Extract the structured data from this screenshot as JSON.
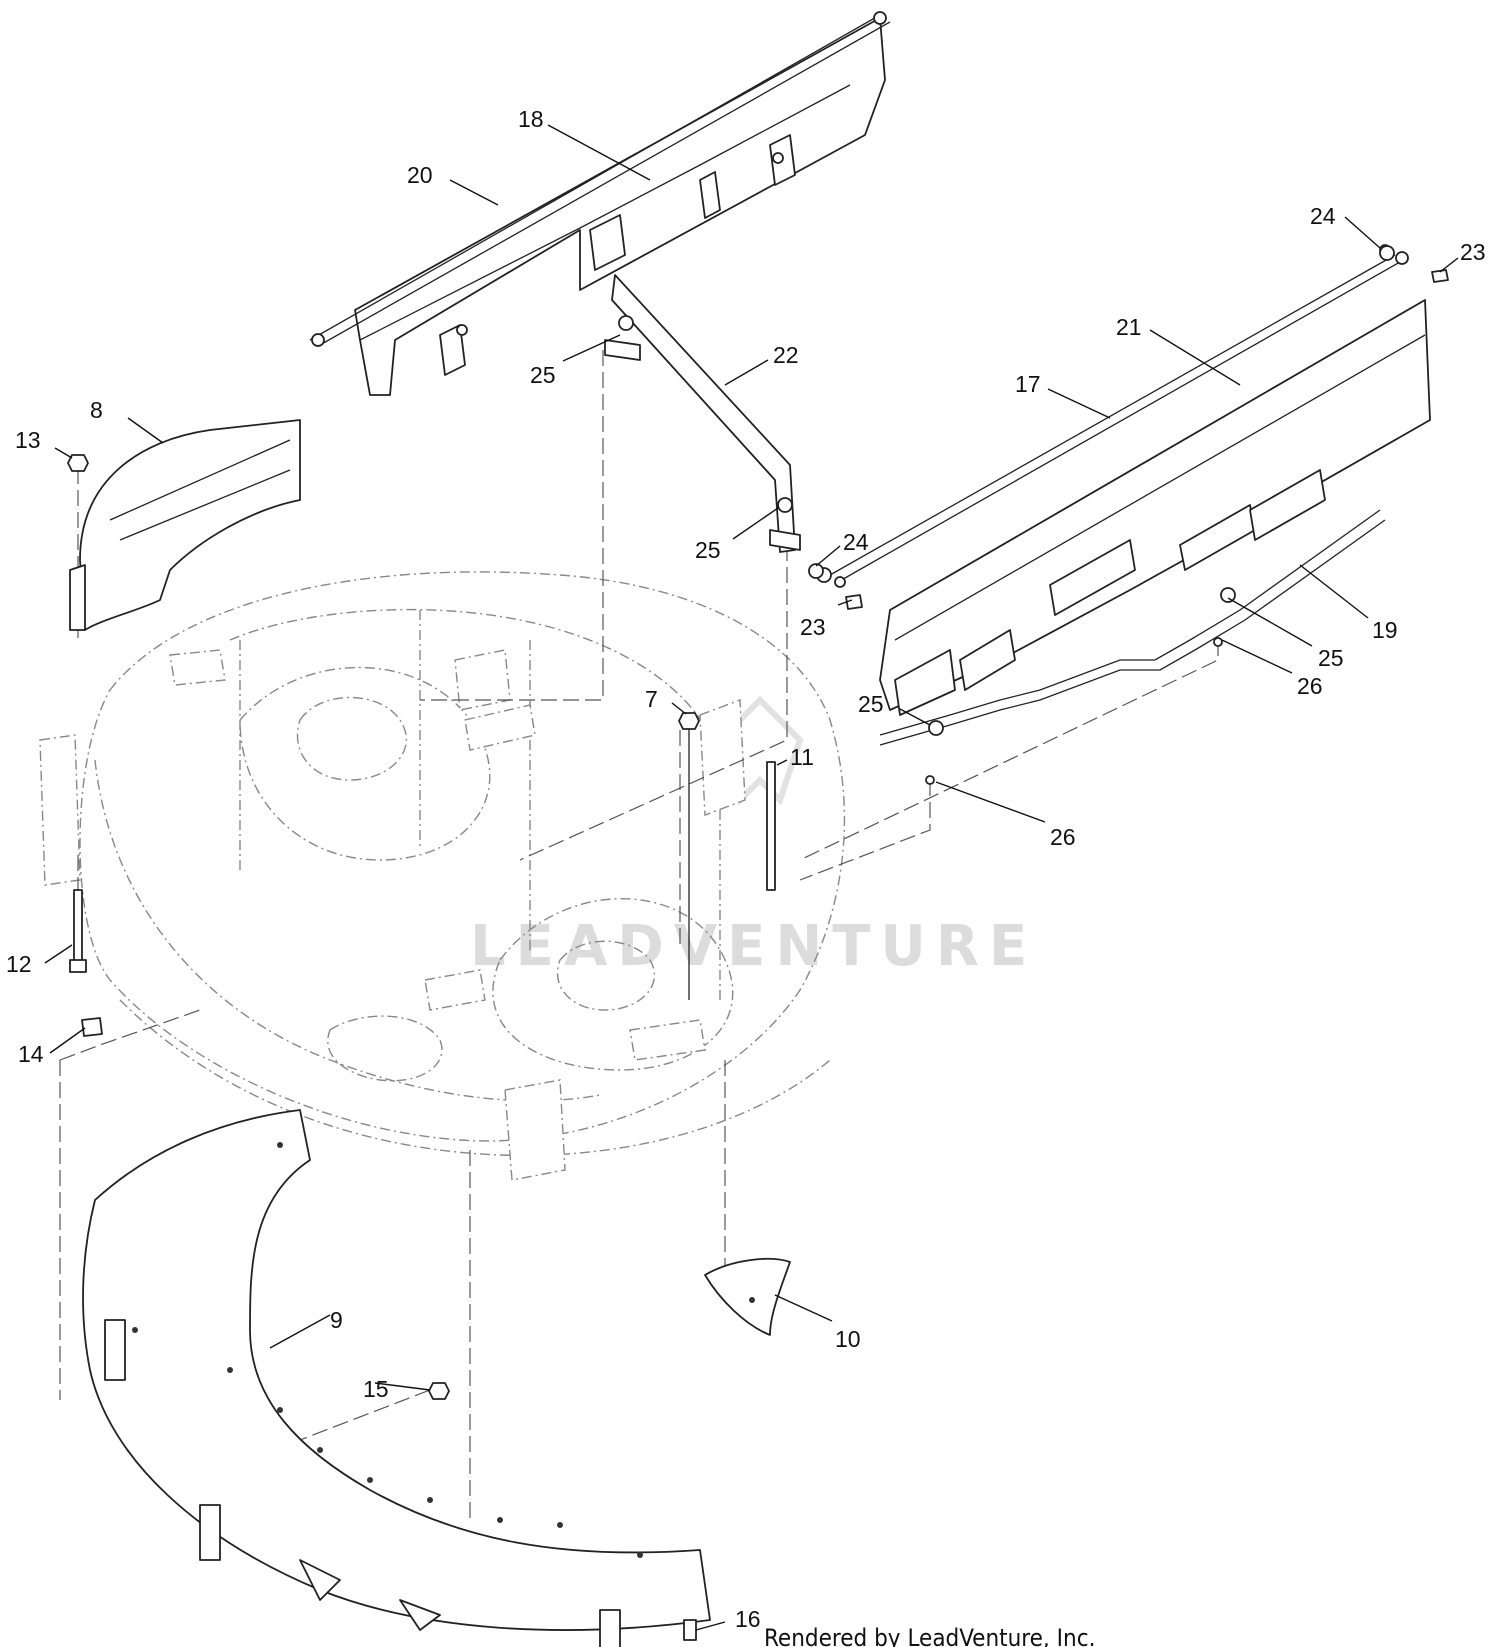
{
  "diagram": {
    "callouts": [
      "7",
      "8",
      "9",
      "10",
      "11",
      "12",
      "13",
      "14",
      "15",
      "16",
      "17",
      "18",
      "19",
      "20",
      "21",
      "22",
      "23",
      "24",
      "25",
      "26"
    ],
    "watermark": "LEADVENTURE",
    "footer": "Rendered by LeadVenture, Inc."
  }
}
